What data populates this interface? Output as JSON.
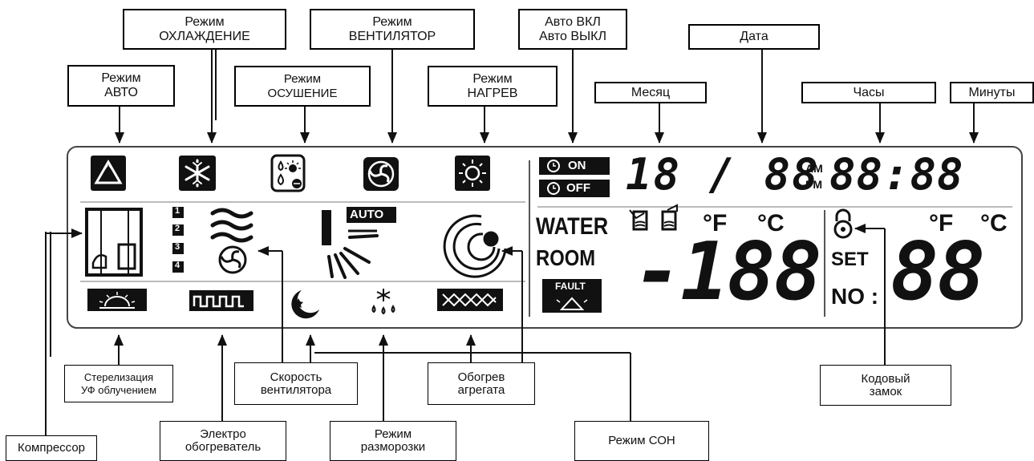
{
  "callouts": {
    "mode_auto": [
      "Режим",
      "АВТО"
    ],
    "mode_cool": [
      "Режим",
      "ОХЛАЖДЕНИЕ"
    ],
    "mode_dry": [
      "Режим",
      "ОСУШЕНИЕ"
    ],
    "mode_fan": [
      "Режим",
      "ВЕНТИЛЯТОР"
    ],
    "mode_heat": [
      "Режим",
      "НАГРЕВ"
    ],
    "timer": [
      "Авто ВКЛ",
      "Авто ВЫКЛ"
    ],
    "month": [
      "Месяц"
    ],
    "date": [
      "Дата"
    ],
    "hours": [
      "Часы"
    ],
    "minutes": [
      "Минуты"
    ],
    "uv": [
      "Стерелизация",
      "УФ облучением"
    ],
    "fan_speed": [
      "Скорость",
      "вентилятора"
    ],
    "unit_heat": [
      "Обогрев",
      "агрегата"
    ],
    "code_lock": [
      "Кодовый",
      "замок"
    ],
    "compressor": [
      "Компрессор"
    ],
    "electric_heater": [
      "Электро",
      "обогреватель"
    ],
    "defrost": [
      "Режим",
      "разморозки"
    ],
    "sleep": [
      "Режим СОН"
    ]
  },
  "lcd": {
    "timer_on": "ON",
    "timer_off": "OFF",
    "auto": "AUTO",
    "speeds": [
      "1",
      "2",
      "3",
      "4"
    ],
    "water": "WATER",
    "room": "ROOM",
    "fault": "FAULT",
    "am": "AM",
    "pm": "PM",
    "date_display": "18 / 88",
    "time_display": "88:88",
    "deg_f": "°F",
    "deg_c": "°C",
    "temp_display": "-188",
    "set": "SET",
    "no": "NO :",
    "set_display": "88"
  },
  "colors": {
    "ink": "#111111",
    "panel_border": "#444444",
    "background": "#ffffff"
  }
}
